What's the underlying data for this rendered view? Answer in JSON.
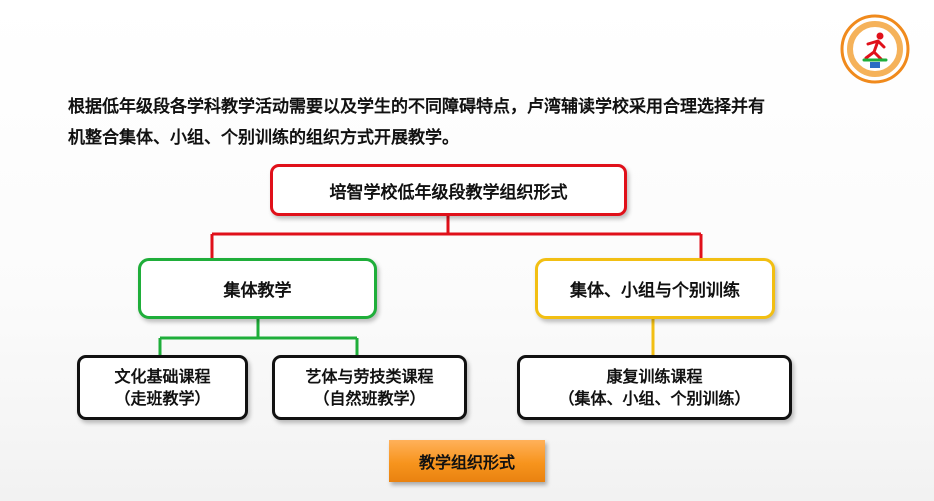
{
  "intro": {
    "line1": "根据低年级段各学科教学活动需要以及学生的不同障碍特点，卢湾辅读学校采用合理选择并有",
    "line2": "机整合集体、小组、个别训练的组织方式开展教学。"
  },
  "diagram": {
    "root": {
      "label": "培智学校低年级段教学组织形式"
    },
    "left_branch": {
      "label": "集体教学",
      "children": [
        {
          "line1": "文化基础课程",
          "line2": "（走班教学）"
        },
        {
          "line1": "艺体与劳技类课程",
          "line2": "（自然班教学）"
        }
      ]
    },
    "right_branch": {
      "label": "集体、小组与个别训练",
      "children": [
        {
          "line1": "康复训练课程",
          "line2": "（集体、小组、个别训练）"
        }
      ]
    },
    "caption": "教学组织形式"
  },
  "colors": {
    "root_border": "#e0101a",
    "left_border": "#1fae3a",
    "right_border": "#f2bf13",
    "leaf_border": "#111111",
    "caption_fill": "#f7941d"
  },
  "icons": {
    "logo": "school-logo-icon"
  }
}
